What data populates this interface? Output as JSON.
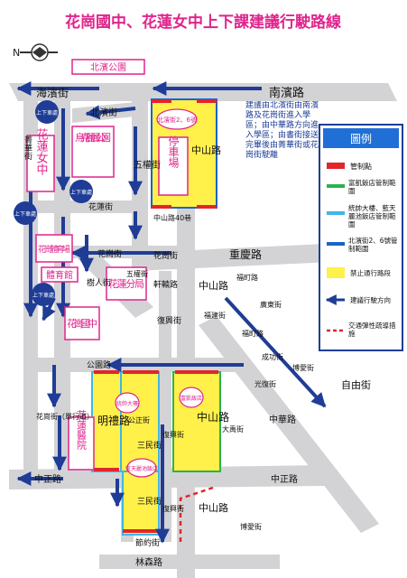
{
  "title": "花崗國中、花蓮女中上下課建議行駛路線",
  "north_label": "N",
  "places": {
    "beibin_park": "北濱公園",
    "hualien_girls": "花蓮女中",
    "wukeli_park": "烏克麗麗公園",
    "parking": "停車場",
    "gym": "花崗體育場",
    "stadium": "體育館",
    "hualien_police": "花蓮分局",
    "huagang_jh": "花崗國中",
    "hualien_hospital": "花蓮醫院",
    "beibin_2_6": "北濱街2、6號",
    "fuxing_bldg": "統帥大樓",
    "fukai_hotel": "富凱飯店",
    "lanten_hotel": "藍天麗池飯店"
  },
  "streets": {
    "haibin": "海濱街",
    "nanbin": "南濱路",
    "beibin": "北濱街",
    "jinghua": "菁華街",
    "wuquan": "五權街",
    "zhongshan_40": "中山路40巷",
    "zhongshan": "中山路",
    "hualian": "花蓮街",
    "huagang": "花崗街",
    "zhongqing": "重慶路",
    "wuquan2": "五權街",
    "xuanyuan": "軒轅路",
    "shuqi": "樹人街",
    "fuxing": "復興街",
    "fuxing2": "復興街",
    "fuxing3": "復興街",
    "fuding": "福町路",
    "fuding2": "福町路",
    "guangdong": "廣東街",
    "fujian": "福建街",
    "chenggong": "成功街",
    "bo_ai": "博愛街",
    "bo_ai2": "博愛街",
    "ziyou": "自由街",
    "gongyuan": "公園路",
    "mingli": "明禮路",
    "sanmin": "三民街",
    "sanmin2": "三民街",
    "zhongshan2": "中山路",
    "zhongshan3": "中山路",
    "zhongshan4": "中山路",
    "gongzheng": "公正街",
    "dayu": "大禹街",
    "zhonghua": "中華路",
    "guangfu": "光復街",
    "zhongzheng": "中正路",
    "zhongzheng2": "中正路",
    "jieyue": "節約街",
    "linsen": "林森路",
    "huagang_oneway": "花崗街（單行道）"
  },
  "bubbles": [
    "上下車處",
    "上下車處",
    "上下車處",
    "上下車處"
  ],
  "note": "建議由北濱街由南濱路及花崗街進入學區；由中華路方向進入學區；由書街接送完畢後由菁華街或花崗街駛離",
  "legend": {
    "title": "圖例",
    "items": [
      {
        "label": "管制點",
        "color": "#e1262b"
      },
      {
        "label": "富凱飯店管制範圍",
        "color": "#2bb24c"
      },
      {
        "label": "統帥大樓、藍天麗池飯店管制範圍",
        "color": "#3fb6e6"
      },
      {
        "label": "北濱街2、6號管制範圍",
        "color": "#1a64c8"
      },
      {
        "label": "禁止通行路段",
        "color": "#fff04a"
      },
      {
        "label": "建議行駛方向",
        "color": "#1f3d96"
      },
      {
        "label": "交通彈性疏導措施",
        "color": "#e1262b"
      }
    ]
  },
  "colors": {
    "road": "#d3d3d6",
    "arrow": "#1f3d96",
    "magenta": "#e0248c",
    "yellow": "#fff04a",
    "red": "#e1262b",
    "green": "#2bb24c",
    "cyan": "#3fb6e6",
    "blue": "#1a64c8"
  }
}
